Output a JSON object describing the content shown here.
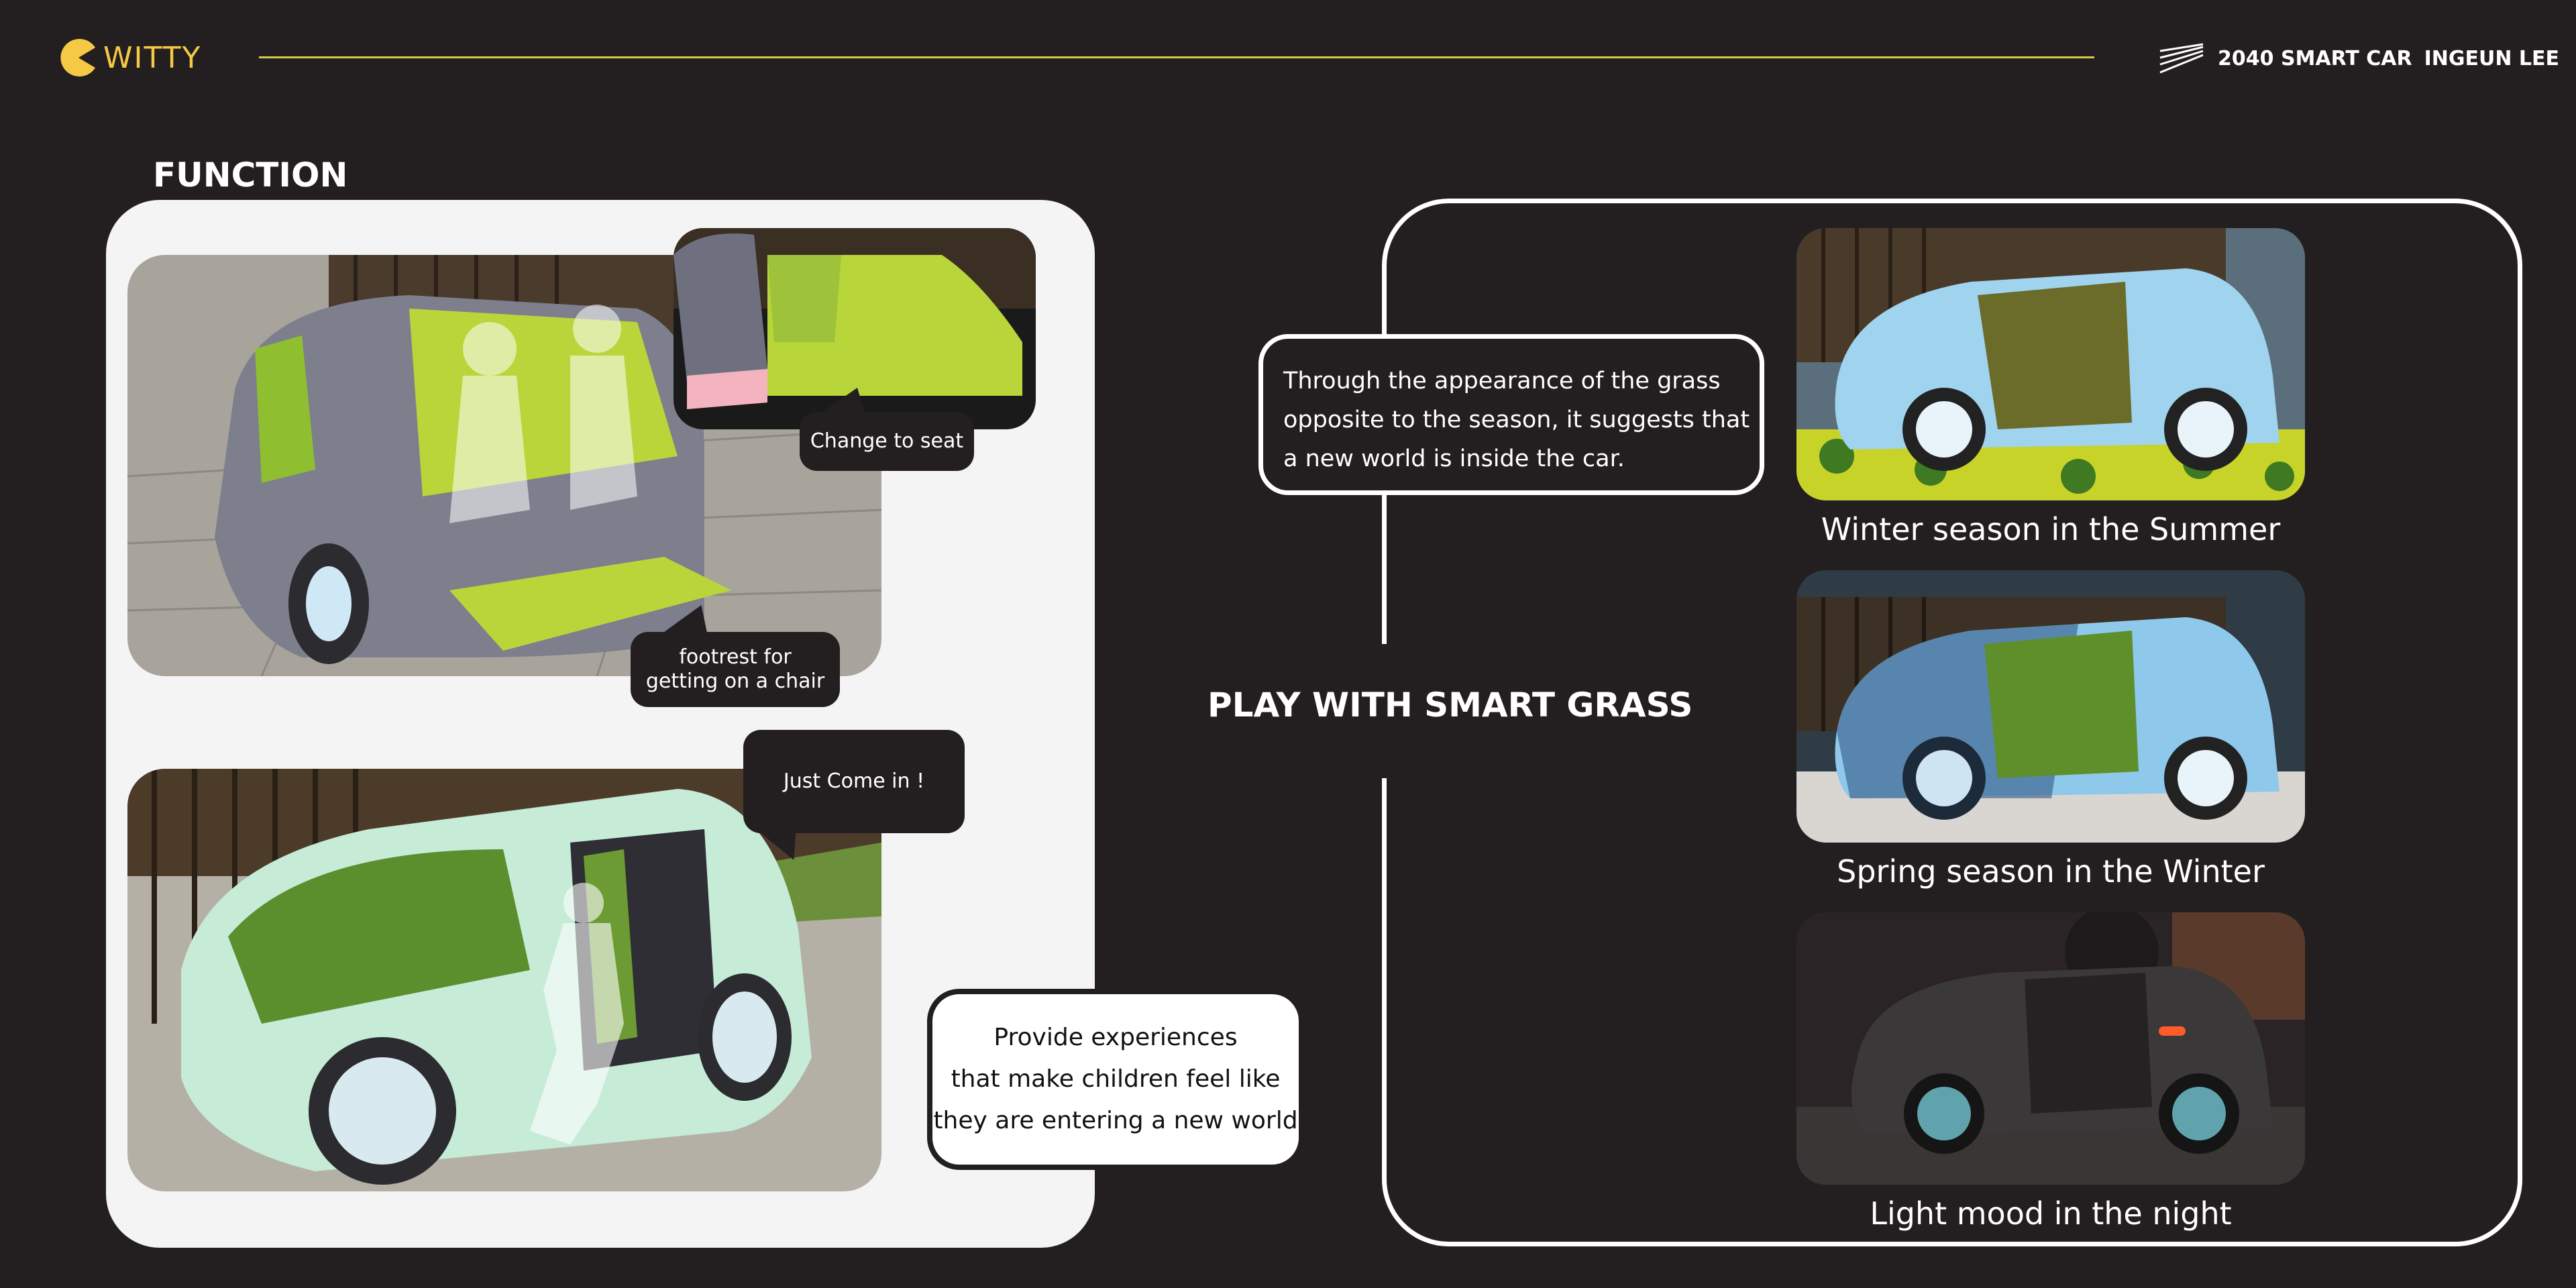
{
  "header": {
    "logo_text": "WITTY",
    "project": "2040 SMART CAR",
    "author": "INGEUN LEE",
    "accent_color": "#f6c944",
    "rule_color": "#d8c94b"
  },
  "function_section": {
    "title": "FUNCTION",
    "callouts": {
      "change_to_seat": "Change to seat",
      "footrest_line1": "footrest for",
      "footrest_line2": "getting on a chair",
      "just_come_in": "Just Come in !"
    },
    "provide_lines": [
      "Provide experiences",
      "that make children feel like",
      "they are entering a new world"
    ]
  },
  "smart_grass_section": {
    "title": "PLAY WITH SMART GRASS",
    "description_lines": [
      "Through the appearance of the grass",
      "opposite to the season, it suggests that",
      " a new world is inside the car."
    ],
    "seasons": [
      {
        "caption": "Winter season in the Summer",
        "body_color": "#9fd3ee"
      },
      {
        "caption": "Spring season in the Winter",
        "body_color": "#8ec8ea"
      },
      {
        "caption": "Light mood in the night",
        "body_color": "#3a3838"
      }
    ]
  },
  "colors": {
    "background": "#231f20",
    "panel": "#f4f4f4",
    "grass": "#b8d63a",
    "mint_car": "#c6ebd6",
    "silver_car": "#8c8c96"
  }
}
